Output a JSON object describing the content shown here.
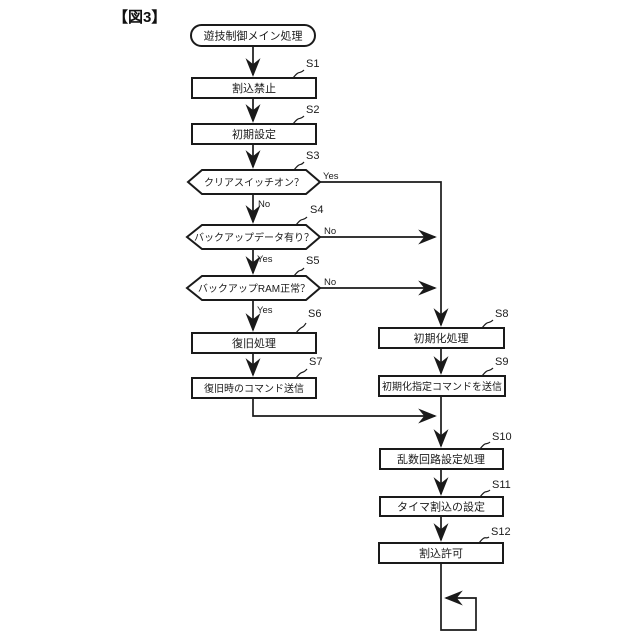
{
  "figure_label": "【図3】",
  "flow": {
    "start": "遊技制御メイン処理",
    "yes": "Yes",
    "no": "No",
    "steps": {
      "s1": {
        "id": "S1",
        "label": "割込禁止"
      },
      "s2": {
        "id": "S2",
        "label": "初期設定"
      },
      "s3": {
        "id": "S3",
        "label": "クリアスイッチオン？"
      },
      "s4": {
        "id": "S4",
        "label": "バックアップデータ有り？"
      },
      "s5": {
        "id": "S5",
        "label": "バックアップRAM正常？"
      },
      "s6": {
        "id": "S6",
        "label": "復旧処理"
      },
      "s7": {
        "id": "S7",
        "label": "復旧時のコマンド送信"
      },
      "s8": {
        "id": "S8",
        "label": "初期化処理"
      },
      "s9": {
        "id": "S9",
        "label": "初期化指定コマンドを送信"
      },
      "s10": {
        "id": "S10",
        "label": "乱数回路設定処理"
      },
      "s11": {
        "id": "S11",
        "label": "タイマ割込の設定"
      },
      "s12": {
        "id": "S12",
        "label": "割込許可"
      }
    }
  },
  "colors": {
    "line": "#1a1a1a",
    "background": "#ffffff"
  }
}
